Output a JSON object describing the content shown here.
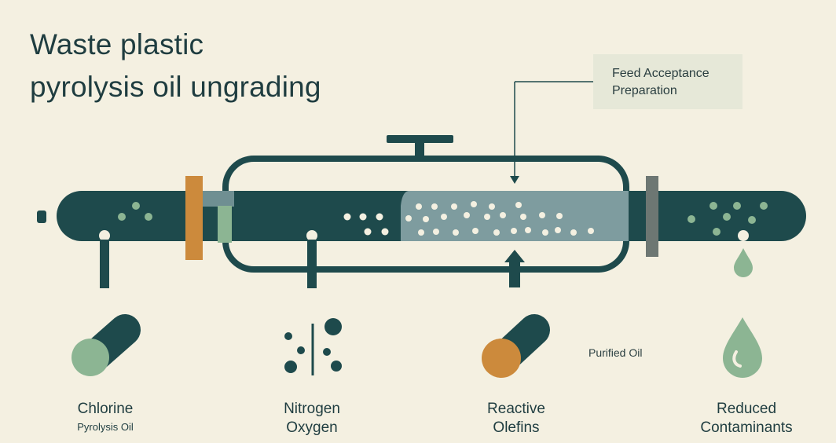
{
  "title": {
    "line1": "Waste plastic",
    "line2": "pyrolysis oil ungrading"
  },
  "callout": {
    "line1": "Feed Acceptance",
    "line2": "Preparation"
  },
  "floating_label": "Purified Oil",
  "items": [
    {
      "label": "Chlorine",
      "sublabel": "Pyrolysis Oil",
      "icon": "pipe-with-green-end-icon"
    },
    {
      "label": "Nitrogen",
      "label2": "Oxygen",
      "icon": "molecule-dots-icon"
    },
    {
      "label": "Reactive",
      "label2": "Olefins",
      "icon": "pipe-with-orange-end-icon"
    },
    {
      "label": "Reduced",
      "label2": "Contaminants",
      "icon": "oil-droplet-icon"
    }
  ],
  "colors": {
    "background": "#f4f0e1",
    "pipe": "#1e4a4c",
    "green": "#8cb593",
    "orange": "#cc8a3c",
    "catalyst_bed": "#6f8f92",
    "grey_flange": "#6d7773"
  }
}
